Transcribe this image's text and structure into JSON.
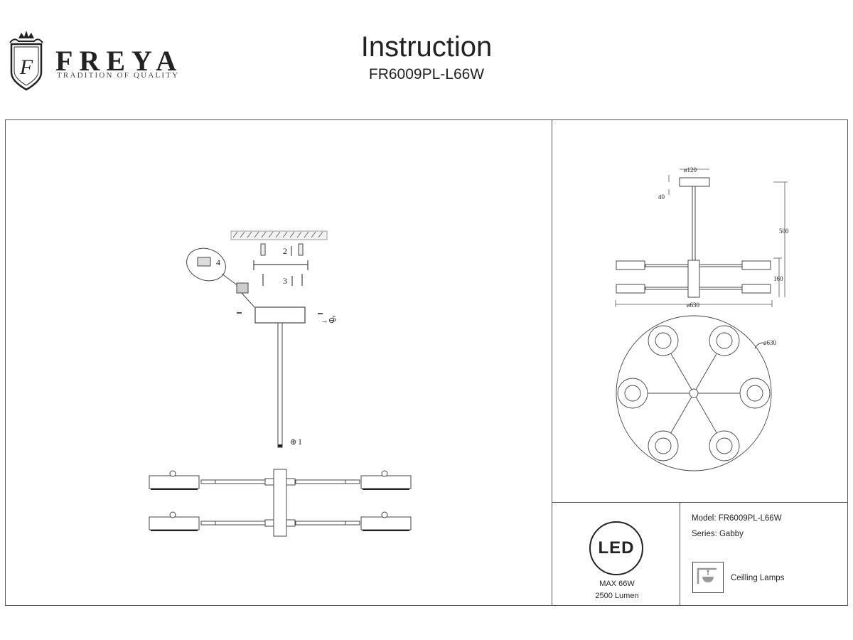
{
  "header": {
    "brand_name": "FREYA",
    "brand_tagline": "TRADITION OF QUALITY",
    "title": "Instruction",
    "model_code": "FR6009PL-L66W"
  },
  "assembly": {
    "step_labels": [
      "1",
      "2",
      "3",
      "4",
      "5"
    ]
  },
  "dimensions": {
    "canopy_diameter": "ø120",
    "canopy_height": "40",
    "total_height": "500",
    "arm_spacing": "160",
    "overall_diameter_side": "ø630",
    "overall_diameter_top": "ø630"
  },
  "specs": {
    "led_badge": "LED",
    "max_power": "MAX 66W",
    "lumen": "2500 Lumen",
    "model": "Model: FR6009PL-L66W",
    "series": "Series: Gabby",
    "type_icon": "ceiling-lamp-icon",
    "type_label": "Ceilling Lamps"
  }
}
